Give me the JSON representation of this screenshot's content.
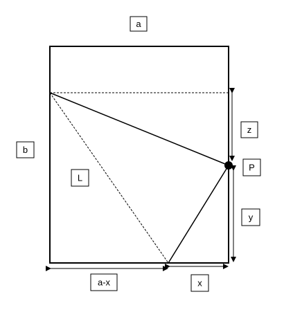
{
  "labels": {
    "a": "a",
    "b": "b",
    "z": "z",
    "P": "P",
    "L": "L",
    "y": "y",
    "a_minus_x": "a-x",
    "x": "x"
  },
  "colors": {
    "stroke": "#000000",
    "background": "#ffffff"
  }
}
